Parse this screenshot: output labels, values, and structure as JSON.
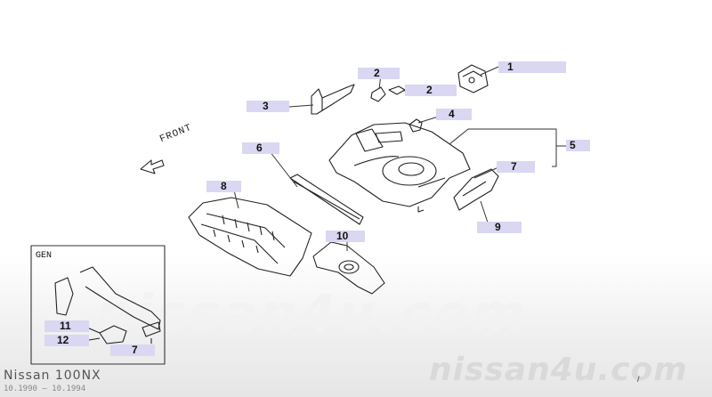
{
  "diagram": {
    "front_label": "FRONT",
    "inset_label": "GEN",
    "callouts": {
      "c1": "1",
      "c2a": "2",
      "c2b": "2",
      "c3": "3",
      "c4": "4",
      "c5": "5",
      "c6": "6",
      "c7a": "7",
      "c7b": "7",
      "c8": "8",
      "c9": "9",
      "c10": "10",
      "c11": "11",
      "c12": "12"
    },
    "label_color": "#d9d7f2"
  },
  "watermark": {
    "large": "nissan4u.com",
    "small": "nissan4u.com"
  },
  "footer": {
    "model": "Nissan 100NX",
    "date_range": "10.1990 – 10.1994",
    "tick": "/"
  }
}
